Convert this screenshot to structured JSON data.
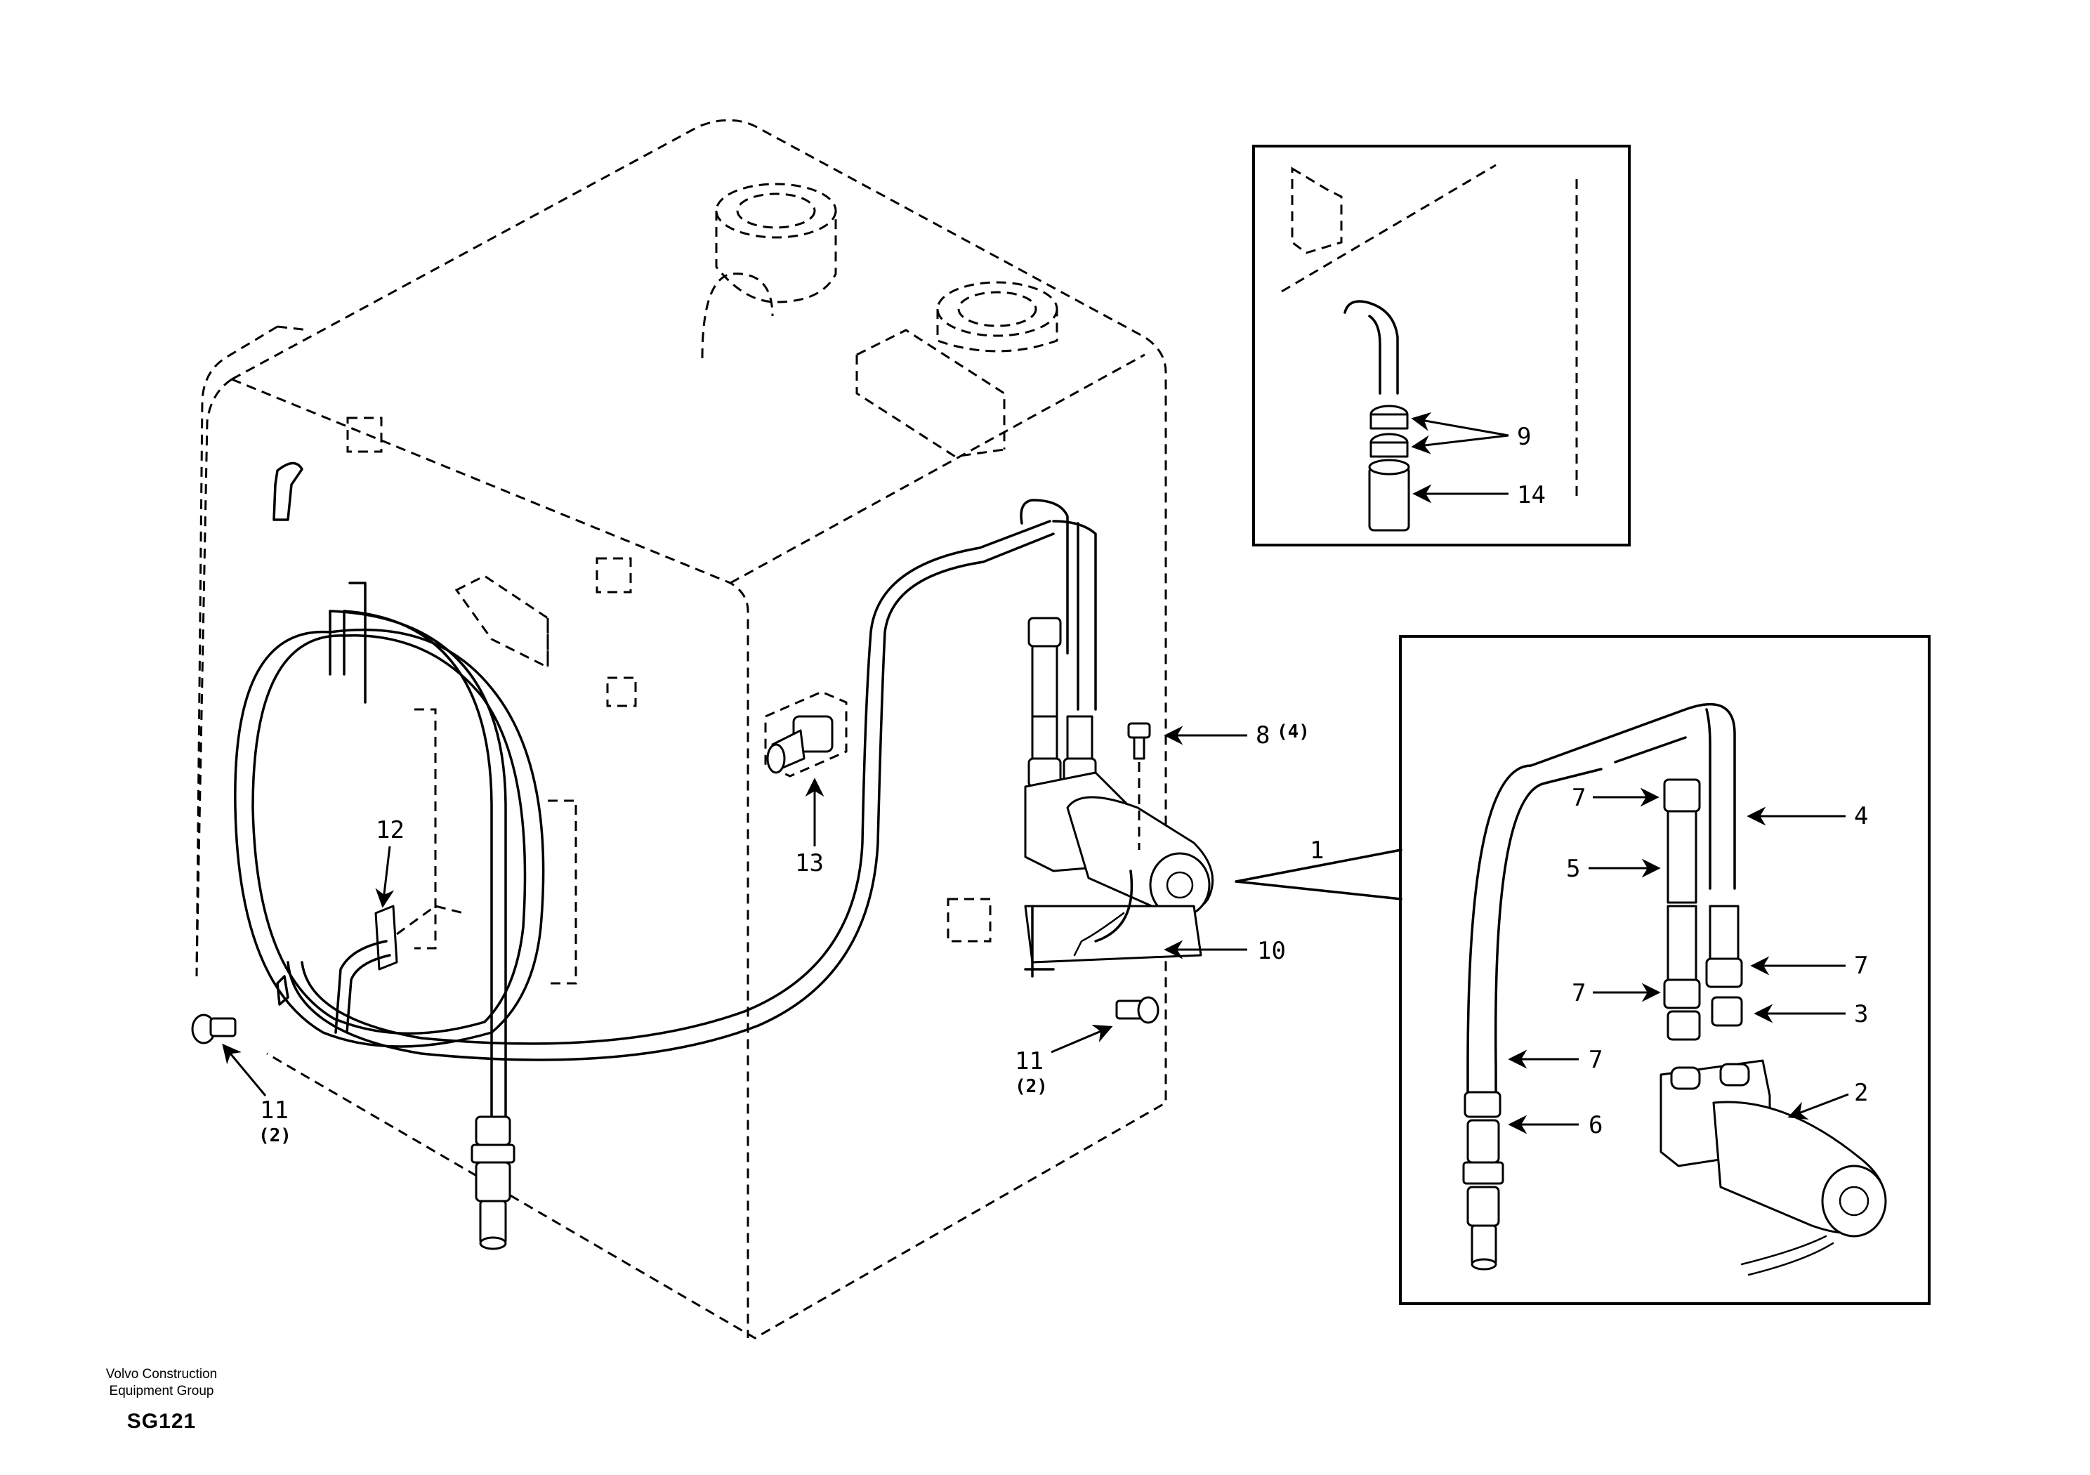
{
  "callouts": {
    "c1": {
      "num": "1"
    },
    "c2": {
      "num": "2"
    },
    "c3": {
      "num": "3"
    },
    "c4": {
      "num": "4"
    },
    "c5": {
      "num": "5"
    },
    "c6": {
      "num": "6"
    },
    "c7a": {
      "num": "7"
    },
    "c7b": {
      "num": "7"
    },
    "c7c": {
      "num": "7"
    },
    "c7d": {
      "num": "7"
    },
    "c8": {
      "num": "8",
      "qty": "(4)"
    },
    "c9": {
      "num": "9"
    },
    "c10": {
      "num": "10"
    },
    "c11a": {
      "num": "11",
      "qty": "(2)"
    },
    "c11b": {
      "num": "11",
      "qty": "(2)"
    },
    "c12": {
      "num": "12"
    },
    "c13": {
      "num": "13"
    },
    "c14": {
      "num": "14"
    }
  },
  "footer": {
    "company_line1": "Volvo Construction",
    "company_line2": "Equipment Group",
    "drawing_code": "SG121"
  }
}
